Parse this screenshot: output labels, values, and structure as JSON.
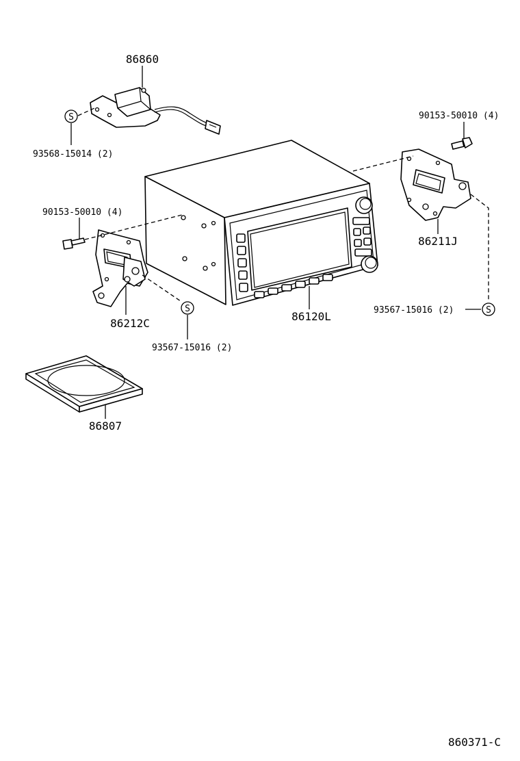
{
  "labels": {
    "p86860": "86860",
    "p93568": "93568-15014 (2)",
    "p90153_right": "90153-50010 (4)",
    "p90153_left": "90153-50010 (4)",
    "p86211J": "86211J",
    "p93567_right": "93567-15016 (2)",
    "p86212C": "86212C",
    "p86120L": "86120L",
    "p93567_left": "93567-15016 (2)",
    "p86807": "86807",
    "diagram_id": "860371-C"
  },
  "symbols": {
    "screw_mark": "S"
  }
}
